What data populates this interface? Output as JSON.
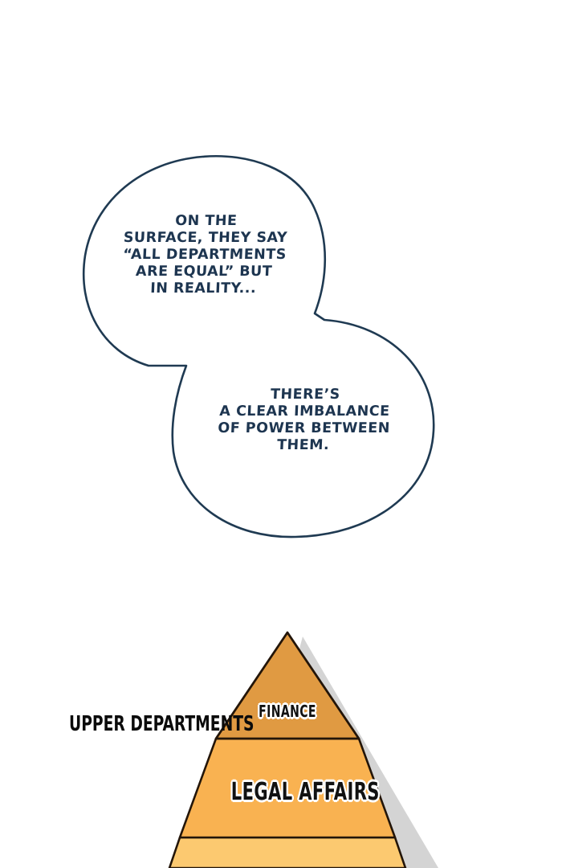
{
  "panel": {
    "background_color": "#ffffff",
    "grid_color": "#e9e9e9"
  },
  "dialogue": {
    "outline_color": "#1f3a52",
    "fill_color": "#ffffff",
    "text_color": "#1d3550",
    "bubbles": [
      {
        "id": "bubble-top",
        "text": "ON THE\nSURFACE, THEY SAY\n“ALL DEPARTMENTS\nARE EQUAL” BUT\nIN REALITY..."
      },
      {
        "id": "bubble-bottom",
        "text": "THERE’S\nA CLEAR IMBALANCE\nOF POWER BETWEEN\nTHEM."
      }
    ]
  },
  "pyramid": {
    "side_label": "UPPER DEPARTMENTS",
    "shadow_color": "#d4d4d4",
    "outline_color": "#231509",
    "tiers": [
      {
        "label": "FINANCE",
        "color": "#e09a42"
      },
      {
        "label": "LEGAL AFFAIRS",
        "color": "#f9b251"
      },
      {
        "label": "",
        "color": "#fcc970"
      }
    ]
  }
}
